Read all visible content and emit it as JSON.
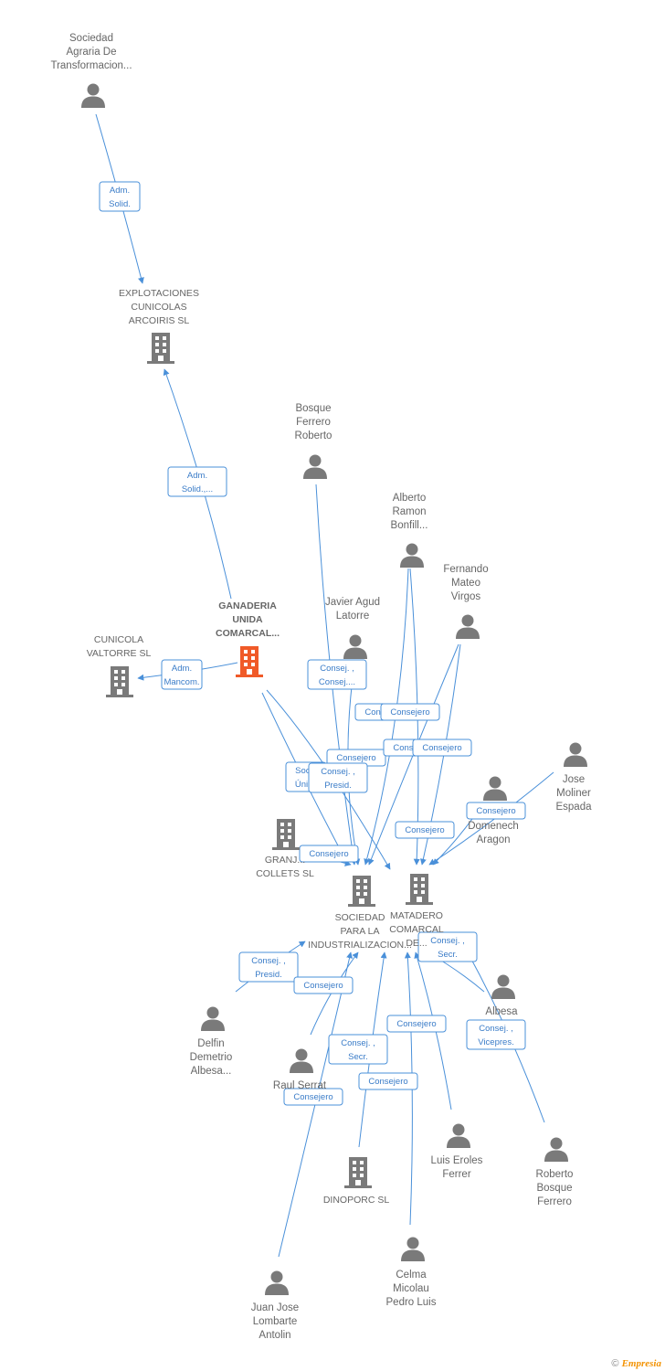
{
  "colors": {
    "edge": "#4a90d9",
    "person": "#7a7a7a",
    "company": "#7a7a7a",
    "focus": "#f05a28"
  },
  "nodes": [
    {
      "id": "sat",
      "type": "person",
      "label": [
        "Sociedad",
        "Agraria De",
        "Transformacion..."
      ]
    },
    {
      "id": "explot",
      "type": "company",
      "label": [
        "EXPLOTACIONES",
        "CUNICOLAS",
        "ARCOIRIS  SL"
      ]
    },
    {
      "id": "bosque1",
      "type": "person",
      "label": [
        "Bosque",
        "Ferrero",
        "Roberto"
      ]
    },
    {
      "id": "alberto",
      "type": "person",
      "label": [
        "Alberto",
        "Ramon",
        "Bonfill..."
      ]
    },
    {
      "id": "fernando",
      "type": "person",
      "label": [
        "Fernando",
        "Mateo",
        "Virgos"
      ]
    },
    {
      "id": "javier",
      "type": "person",
      "label": [
        "Javier Agud",
        "Latorre"
      ]
    },
    {
      "id": "ganaderia",
      "type": "focus",
      "label": [
        "GANADERIA",
        "UNIDA",
        "COMARCAL..."
      ]
    },
    {
      "id": "cunicola",
      "type": "company",
      "label": [
        "CUNICOLA",
        "VALTORRE  SL"
      ]
    },
    {
      "id": "jose",
      "type": "person",
      "label": [
        "Jose",
        "Moliner",
        "Espada"
      ]
    },
    {
      "id": "domenech",
      "type": "person",
      "label": [
        "Domenech",
        "Aragon"
      ]
    },
    {
      "id": "granjas",
      "type": "company",
      "label": [
        "GRANJ...",
        "COLLETS SL"
      ]
    },
    {
      "id": "sociedad",
      "type": "company",
      "label": [
        "SOCIEDAD",
        "PARA LA",
        "INDUSTRIALIZACION..."
      ]
    },
    {
      "id": "matadero",
      "type": "company",
      "label": [
        "MATADERO",
        "COMARCAL",
        "DE..."
      ]
    },
    {
      "id": "delfin",
      "type": "person",
      "label": [
        "Delfin",
        "Demetrio",
        "Albesa..."
      ]
    },
    {
      "id": "albesa",
      "type": "person",
      "label": [
        "Albesa"
      ]
    },
    {
      "id": "raul",
      "type": "person",
      "label": [
        "Raul Serrat"
      ]
    },
    {
      "id": "luis",
      "type": "person",
      "label": [
        "Luis Eroles",
        "Ferrer"
      ]
    },
    {
      "id": "roberto",
      "type": "person",
      "label": [
        "Roberto",
        "Bosque",
        "Ferrero"
      ]
    },
    {
      "id": "dinoporc",
      "type": "company",
      "label": [
        "DINOPORC  SL"
      ]
    },
    {
      "id": "celma",
      "type": "person",
      "label": [
        "Celma",
        "Micolau",
        "Pedro Luis"
      ]
    },
    {
      "id": "juan",
      "type": "person",
      "label": [
        "Juan Jose",
        "Lombarte",
        "Antolin"
      ]
    }
  ],
  "edges": [
    {
      "from": "sat",
      "to": "explot",
      "label": [
        "Adm.",
        "Solid."
      ]
    },
    {
      "from": "ganaderia",
      "to": "explot",
      "label": [
        "Adm.",
        "Solid.,..."
      ]
    },
    {
      "from": "ganaderia",
      "to": "cunicola",
      "label": [
        "Adm.",
        "Mancom."
      ]
    },
    {
      "from": "javier",
      "to": "sociedad",
      "label": [
        "Consej. ,",
        "Consej...."
      ]
    },
    {
      "from": "alberto",
      "to": "sociedad",
      "label": [
        "Consejero"
      ]
    },
    {
      "from": "alberto",
      "to": "matadero",
      "label": [
        "Consejero"
      ]
    },
    {
      "from": "bosque1",
      "to": "sociedad",
      "label": [
        "Consejero"
      ]
    },
    {
      "from": "fernando",
      "to": "sociedad",
      "label": [
        "Consejero"
      ]
    },
    {
      "from": "fernando",
      "to": "matadero",
      "label": [
        "Consejero"
      ]
    },
    {
      "from": "ganaderia",
      "to": "sociedad",
      "label": [
        "Socio",
        "Único"
      ]
    },
    {
      "from": "ganaderia",
      "to": "matadero",
      "label": [
        "Consej. ,",
        "Presid."
      ]
    },
    {
      "from": "jose",
      "to": "matadero",
      "label": [
        "Consejero"
      ]
    },
    {
      "from": "domenech",
      "to": "matadero",
      "label": [
        "Consejero"
      ]
    },
    {
      "from": "granjas",
      "to": "sociedad",
      "label": [
        "Consejero"
      ]
    },
    {
      "from": "delfin",
      "to": "sociedad",
      "label": [
        "Consej. ,",
        "Presid."
      ]
    },
    {
      "from": "albesa",
      "to": "matadero",
      "label": [
        "Consej. ,",
        "Secr."
      ]
    },
    {
      "from": "raul",
      "to": "sociedad",
      "label": [
        "Consejero"
      ]
    },
    {
      "from": "roberto",
      "to": "matadero",
      "label": [
        "Consej. ,",
        "Vicepres."
      ]
    },
    {
      "from": "luis",
      "to": "matadero",
      "label": [
        "Consejero"
      ]
    },
    {
      "from": "dinoporc",
      "to": "sociedad",
      "label": [
        "Consej. ,",
        "Secr."
      ]
    },
    {
      "from": "celma",
      "to": "matadero",
      "label": [
        "Consejero"
      ]
    },
    {
      "from": "juan",
      "to": "sociedad",
      "label": [
        "Consejero"
      ]
    }
  ],
  "credit": {
    "symbol": "©",
    "brand": "Empresia"
  }
}
